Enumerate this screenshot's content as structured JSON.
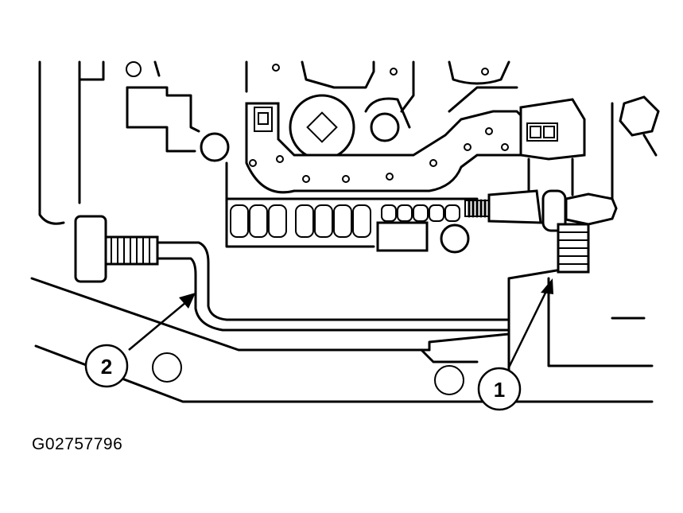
{
  "figure": {
    "id_label": "G02757796",
    "callouts": [
      {
        "label": "1",
        "part": "wire-end"
      },
      {
        "label": "2",
        "part": "threaded-rod"
      }
    ]
  },
  "colors": {
    "ink": "#000000",
    "paper": "#ffffff"
  }
}
